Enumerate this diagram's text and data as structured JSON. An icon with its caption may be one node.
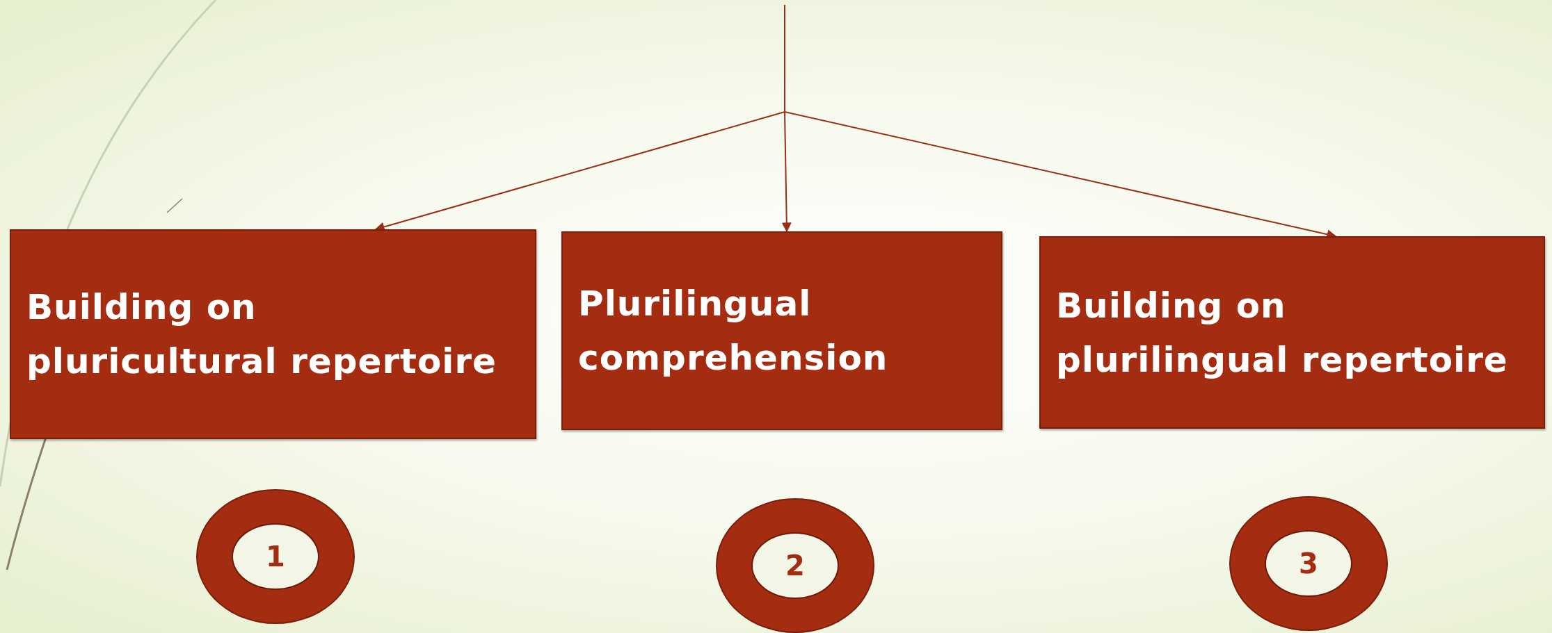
{
  "diagram": {
    "nodes": [
      {
        "text": [
          "Building on pluricultural repertoire"
        ]
      },
      {
        "text": [
          "Plurilingual comprehension"
        ]
      },
      {
        "text": [
          "Building on plurilingual repertoire"
        ]
      },
      {
        "text": [
          "1"
        ]
      },
      {
        "text": [
          "2"
        ]
      },
      {
        "text": [
          "3"
        ]
      }
    ],
    "edges": [
      {
        "from": null,
        "to": 0,
        "arrow": "to"
      },
      {
        "from": null,
        "to": 1,
        "arrow": "to"
      },
      {
        "from": null,
        "to": 2,
        "arrow": "to"
      }
    ]
  }
}
